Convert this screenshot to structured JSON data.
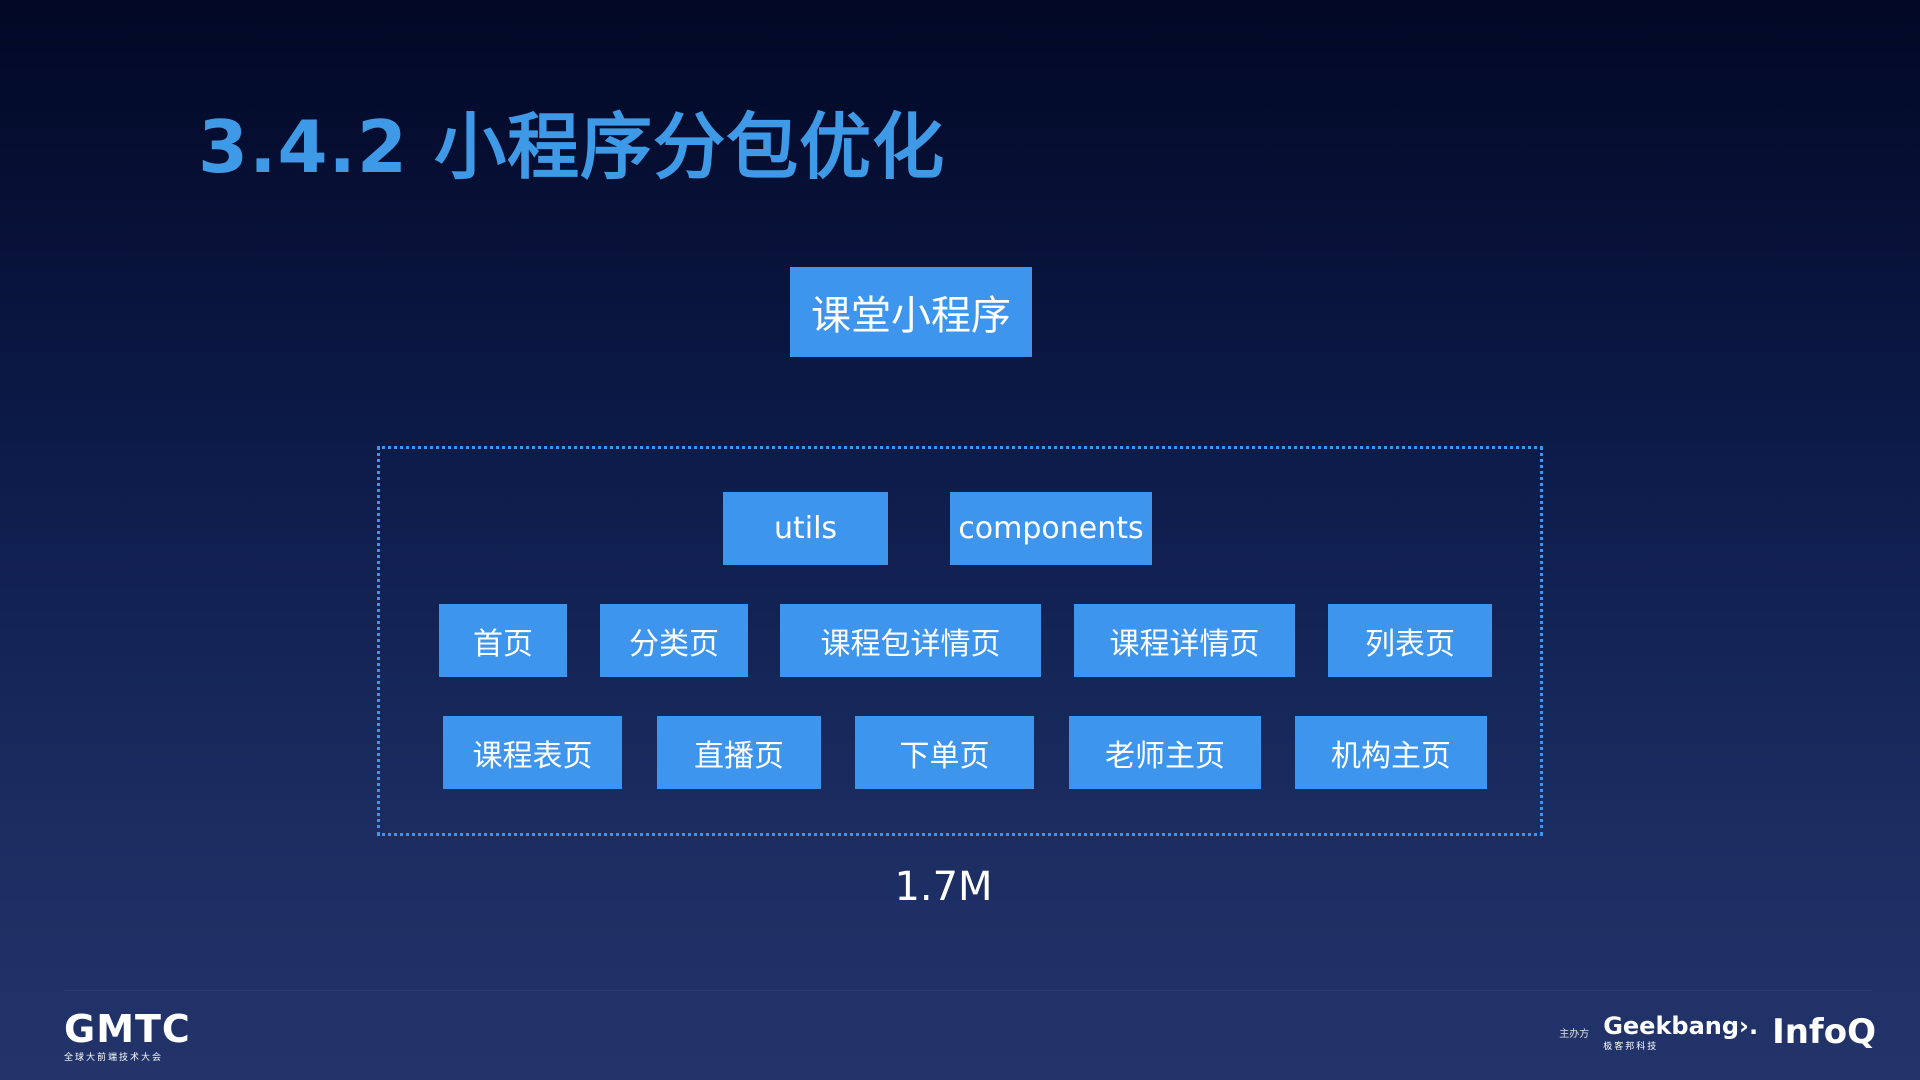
{
  "slide": {
    "title": "3.4.2 小程序分包优化"
  },
  "diagram": {
    "root": "课堂小程序",
    "shared": [
      "utils",
      "components"
    ],
    "pages_row1": [
      "首页",
      "分类页",
      "课程包详情页",
      "课程详情页",
      "列表页"
    ],
    "pages_row2": [
      "课程表页",
      "直播页",
      "下单页",
      "老师主页",
      "机构主页"
    ],
    "size_label": "1.7M",
    "box_color": "#3e95ee"
  },
  "footer": {
    "left_logo": "GMTC",
    "left_logo_sub": "全球大前端技术大会",
    "organizer_label": "主办方",
    "geekbang_logo": "Geekbang›.",
    "geekbang_sub": "极客邦科技",
    "infoq_logo": "InfoQ"
  }
}
